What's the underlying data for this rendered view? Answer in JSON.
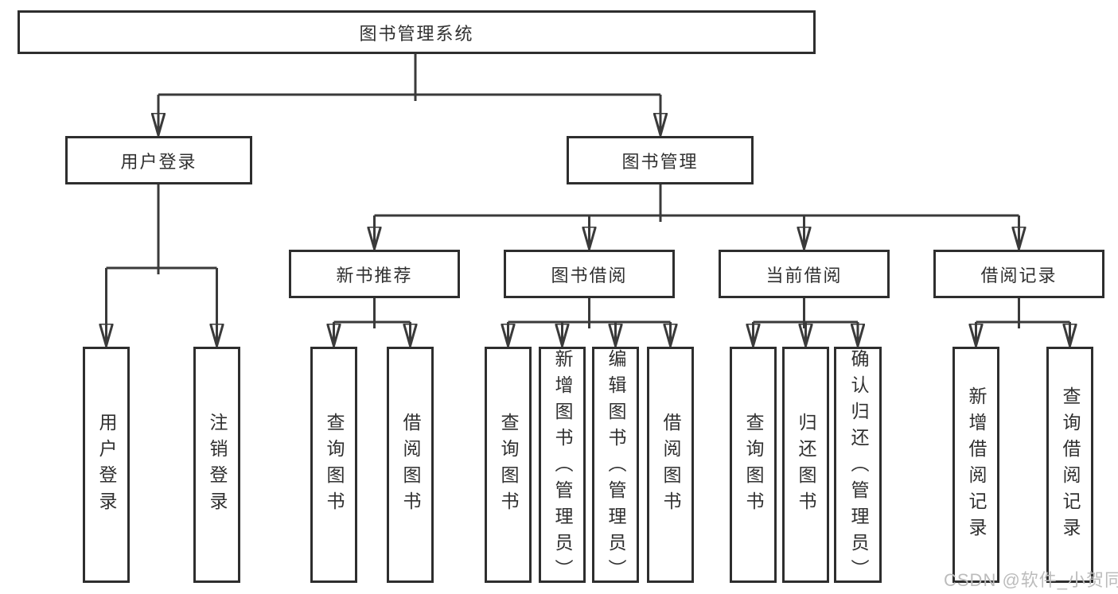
{
  "diagram": {
    "root": {
      "label": "图书管理系统"
    },
    "level2": [
      {
        "label": "用户登录"
      },
      {
        "label": "图书管理"
      }
    ],
    "level3": [
      {
        "label": "新书推荐"
      },
      {
        "label": "图书借阅"
      },
      {
        "label": "当前借阅"
      },
      {
        "label": "借阅记录"
      }
    ],
    "leaves": {
      "user_login": [
        "用户登录",
        "注销登录"
      ],
      "new_book_recommend": [
        "查询图书",
        "借阅图书"
      ],
      "book_borrow": [
        "查询图书",
        "新增图书（管理员）",
        "编辑图书（管理员）",
        "借阅图书"
      ],
      "current_borrow": [
        "查询图书",
        "归还图书",
        "确认归还（管理员）"
      ],
      "borrow_records": [
        "新增借阅记录",
        "查询借阅记录"
      ]
    }
  },
  "watermark": "CSDN @软件_小贺同学",
  "colors": {
    "line": "#3a3a3a",
    "border": "#2e2e2e",
    "text": "#303030",
    "watermark": "#bcbcbc",
    "background": "#ffffff"
  }
}
